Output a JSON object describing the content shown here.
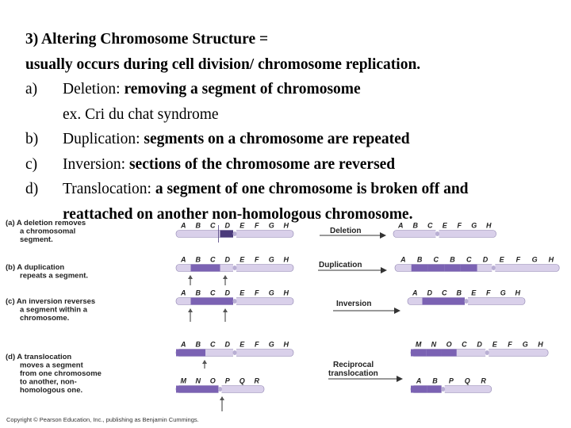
{
  "slide": {
    "heading": "3) Altering Chromosome Structure =",
    "subheading": "usually occurs during cell division/ chromosome replication.",
    "items": [
      {
        "marker": "a)",
        "term": "Deletion:",
        "def": " removing a segment of chromosome",
        "example": "ex. Cri du chat syndrome"
      },
      {
        "marker": "b)",
        "term": "Duplication:",
        "def": " segments on a chromosome are repeated"
      },
      {
        "marker": "c)",
        "term": "Inversion:",
        "def": " sections of the chromosome are reversed"
      },
      {
        "marker": "d)",
        "term": "Translocation:",
        "def": " a segment of one chromosome is broken off and",
        "cont": "reattached on another non-homologous chromosome."
      }
    ]
  },
  "figure": {
    "panels": [
      {
        "letter": "(a)",
        "caption": [
          "A deletion removes",
          "a chromosomal",
          "segment."
        ]
      },
      {
        "letter": "(b)",
        "caption": [
          "A duplication",
          "repeats a segment."
        ]
      },
      {
        "letter": "(c)",
        "caption": [
          "An inversion reverses",
          "a segment within a",
          "chromosome."
        ]
      },
      {
        "letter": "(d)",
        "caption": [
          "A translocation",
          "moves a segment",
          "from one chromosome",
          "to another, non-",
          "homologous one."
        ]
      }
    ],
    "process_labels": [
      "Deletion",
      "Duplication",
      "Inversion",
      "Reciprocal",
      "translocation"
    ],
    "rows": {
      "deletion_before": [
        "A",
        "B",
        "C",
        "D",
        "E",
        "F",
        "G",
        "H"
      ],
      "deletion_after": [
        "A",
        "B",
        "C",
        "E",
        "F",
        "G",
        "H"
      ],
      "duplication_before": [
        "A",
        "B",
        "C",
        "D",
        "E",
        "F",
        "G",
        "H"
      ],
      "duplication_after": [
        "A",
        "B",
        "C",
        "B",
        "C",
        "D",
        "E",
        "F",
        "G",
        "H"
      ],
      "inversion_before": [
        "A",
        "B",
        "C",
        "D",
        "E",
        "F",
        "G",
        "H"
      ],
      "inversion_after": [
        "A",
        "D",
        "C",
        "B",
        "E",
        "F",
        "G",
        "H"
      ],
      "trans_top_before": [
        "A",
        "B",
        "C",
        "D",
        "E",
        "F",
        "G",
        "H"
      ],
      "trans_bottom_before": [
        "M",
        "N",
        "O",
        "P",
        "Q",
        "R"
      ],
      "trans_top_after": [
        "M",
        "N",
        "O",
        "C",
        "D",
        "E",
        "F",
        "G",
        "H"
      ],
      "trans_bottom_after": [
        "A",
        "B",
        "P",
        "Q",
        "R"
      ]
    },
    "colors": {
      "chromosome": "#d9d0ea",
      "highlight": "#7b62b3",
      "dark": "#4a3a7a",
      "arrow": "#555555"
    },
    "copyright": "Copyright © Pearson Education, Inc., publishing as Benjamin Cummings."
  }
}
